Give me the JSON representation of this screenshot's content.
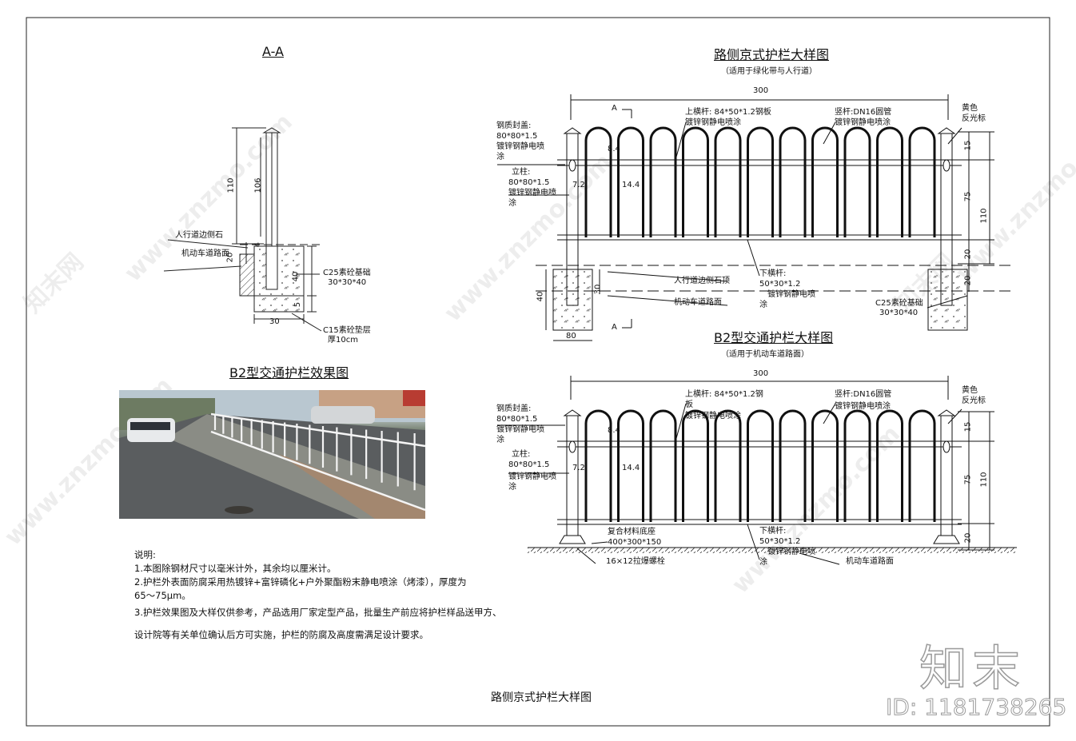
{
  "section_aa": {
    "title": "A-A",
    "dim_110": "110",
    "dim_106": "106",
    "dim_4": "4",
    "dim_20": "20",
    "dim_40": "40",
    "dim_5": "5",
    "dim_30": "30",
    "label_kerb": "人行道边侧石",
    "label_road": "机动车道路面",
    "label_base_1": "C25素砼基础",
    "label_base_2": "30*30*40",
    "label_cushion_1": "C15素砼垫层",
    "label_cushion_2": "厚10cm"
  },
  "effect": {
    "title": "B2型交通护栏效果图"
  },
  "top_drawing": {
    "title": "路侧京式护栏大样图",
    "subtitle": "（适用于绿化带与人行道）",
    "dim_300": "300",
    "dim_15": "15",
    "dim_75": "75",
    "dim_110": "110",
    "dim_20": "20",
    "dim_20b": "20",
    "dim_40": "40",
    "dim_30": "30",
    "dim_80": "80",
    "dim_7": "7.2",
    "dim_144": "14.4",
    "dim_84": "8.4",
    "sec_a_top": "A",
    "sec_a_bottom": "A",
    "cap_1": "钢质封盖:",
    "cap_2": "80*80*1.5",
    "cap_3": "镀锌钢静电喷",
    "cap_4": "涂",
    "post_1": "立柱:",
    "post_2": "80*80*1.5",
    "post_3": "镀锌钢静电喷",
    "post_4": "涂",
    "top_rail_1": "上横杆: 84*50*1.2钢板",
    "top_rail_2": "镀锌钢静电喷涂",
    "vbar_1": "竖杆:DN16圆管",
    "vbar_2": "镀锌钢静电喷涂",
    "reflect_1": "黄色",
    "reflect_2": "反光标",
    "bottom_rail_1": "下横杆:",
    "bottom_rail_2": "50*30*1.2",
    "bottom_rail_3": "镀锌钢静电喷",
    "bottom_rail_4": "涂",
    "kerb_top": "人行道边侧石顶",
    "road": "机动车道路面",
    "base_1": "C25素砼基础",
    "base_2": "30*30*40"
  },
  "bottom_drawing": {
    "title": "B2型交通护栏大样图",
    "subtitle": "（适用于机动车道路面）",
    "dim_300": "300",
    "dim_15": "15",
    "dim_75": "75",
    "dim_110": "110",
    "dim_20": "20",
    "dim_7": "7.2",
    "dim_144": "14.4",
    "dim_84": "8.4",
    "cap_1": "钢质封盖:",
    "cap_2": "80*80*1.5",
    "cap_3": "镀锌钢静电喷",
    "cap_4": "涂",
    "post_1": "立柱:",
    "post_2": "80*80*1.5",
    "post_3": "镀锌钢静电喷",
    "post_4": "涂",
    "top_rail_1": "上横杆: 84*50*1.2钢",
    "top_rail_2": "板",
    "top_rail_3": "镀锌钢静电喷涂",
    "vbar_1": "竖杆:DN16圆管",
    "vbar_2": "镀锌钢静电喷涂",
    "reflect_1": "黄色",
    "reflect_2": "反光标",
    "seat_1": "复合材料底座",
    "seat_2": "400*300*150",
    "bolt": "16×12拉爆螺栓",
    "bottom_rail_1": "下横杆:",
    "bottom_rail_2": "50*30*1.2",
    "bottom_rail_3": "镀锌钢静电喷",
    "bottom_rail_4": "涂",
    "road": "机动车道路面"
  },
  "notes": {
    "heading": "说明:",
    "n1": "1.本图除钢材尺寸以毫米计外，其余均以厘米计。",
    "n2": "2.护栏外表面防腐采用热镀锌+富锌磷化+户外聚酯粉末静电喷涂（烤漆），厚度为",
    "n2b": "65～75μm。",
    "n3": "3.护栏效果图及大样仅供参考，产品选用厂家定型产品，批量生产前应将护栏样品送甲方、",
    "n3b": "设计院等有关单位确认后方可实施，护栏的防腐及高度需满足设计要求。"
  },
  "footer": {
    "sheet_title": "路侧京式护栏大样图",
    "logo_text": "知末",
    "id_text": "ID: 1181738265",
    "watermark": "www.znzmo.com",
    "watermark_cn": "知末网"
  }
}
